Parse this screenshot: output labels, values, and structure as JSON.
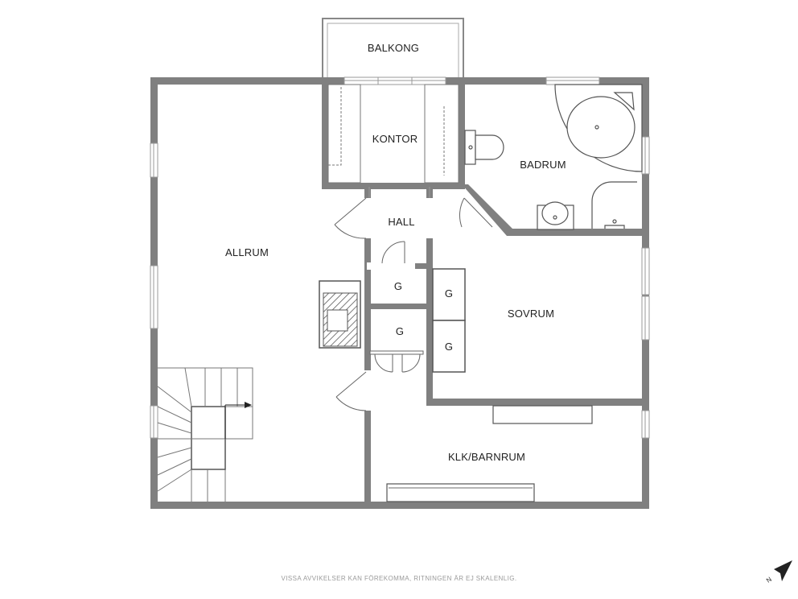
{
  "rooms": {
    "balkong": "BALKONG",
    "kontor": "KONTOR",
    "badrum": "BADRUM",
    "hall": "HALL",
    "allrum": "ALLRUM",
    "sovrum": "SOVRUM",
    "klk_barnrum": "KLK/BARNRUM",
    "g1": "G",
    "g2": "G",
    "g3": "G",
    "g4": "G"
  },
  "disclaimer": "VISSA AVVIKELSER KAN FÖREKOMMA, RITNINGEN ÄR EJ SKALENLIG.",
  "compass": {
    "letter": "N",
    "icon": "north-arrow-icon"
  },
  "colors": {
    "wall": "#808080",
    "fixture_stroke": "#555555",
    "background": "#ffffff"
  }
}
